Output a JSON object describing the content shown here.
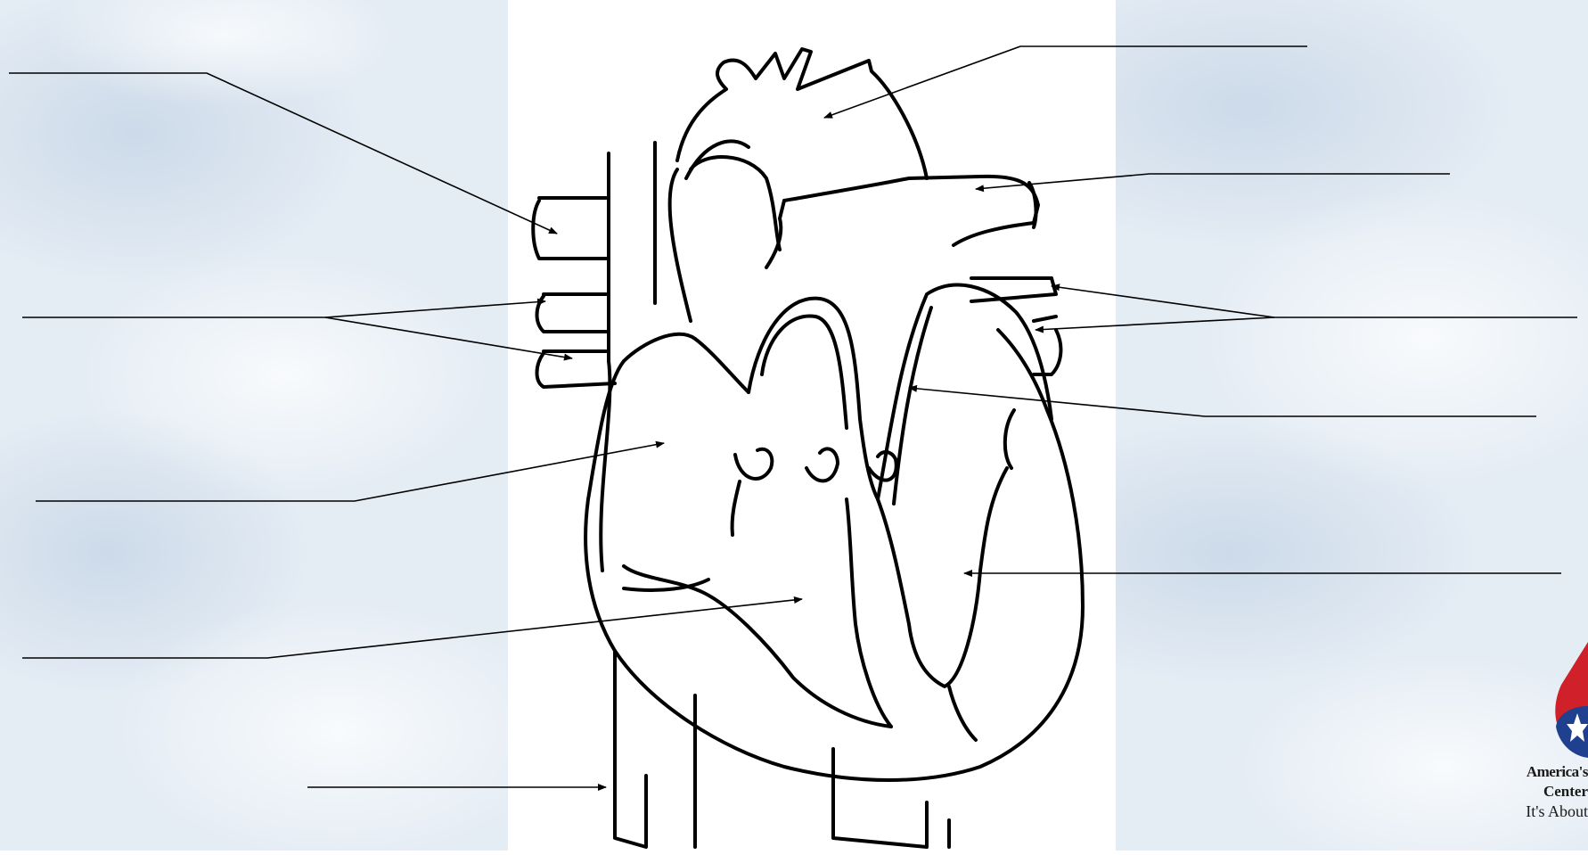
{
  "diagram": {
    "subject": "heart",
    "label_lines": 12,
    "labels": [
      "",
      "",
      "",
      "",
      "",
      "",
      "",
      "",
      "",
      "",
      "",
      ""
    ]
  },
  "logo": {
    "line1": "America's",
    "line2": "Center",
    "line3": "It's About",
    "colors": {
      "red": "#d0202a",
      "blue": "#1f3f8f",
      "white": "#ffffff"
    }
  },
  "colors": {
    "background": "#e4ecf4",
    "panel": "#ffffff",
    "ink": "#000000"
  }
}
